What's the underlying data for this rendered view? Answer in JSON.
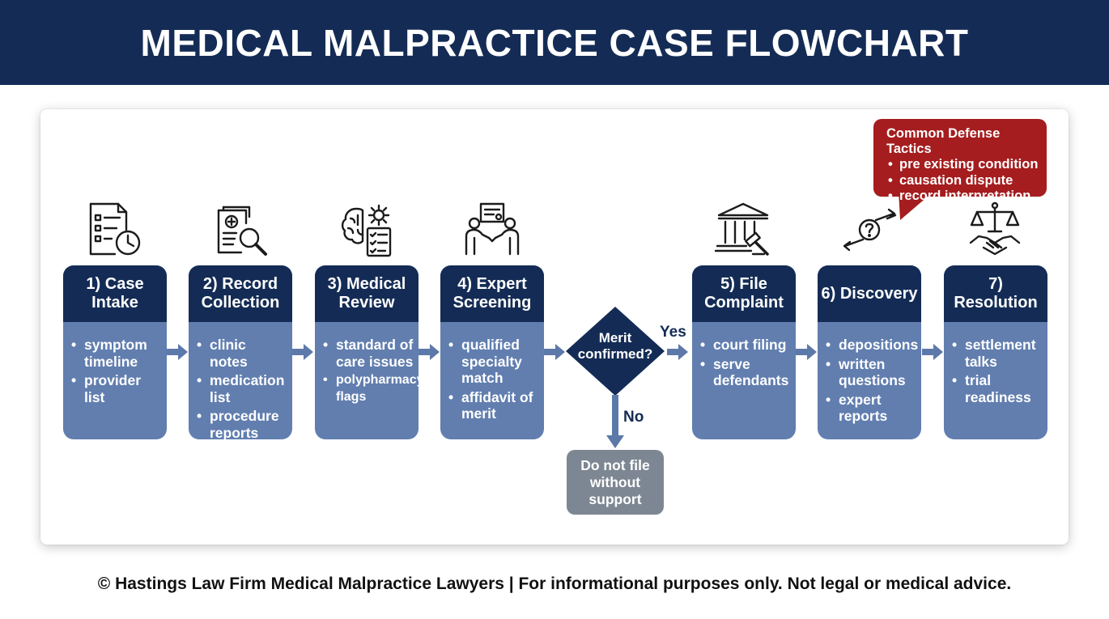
{
  "title": "MEDICAL MALPRACTICE CASE FLOWCHART",
  "steps": [
    {
      "title": "1) Case Intake",
      "items": [
        "symptom timeline",
        "provider list"
      ],
      "icon": "checklist-clock-icon"
    },
    {
      "title": "2) Record Collection",
      "items": [
        "clinic notes",
        "medication list",
        "procedure reports"
      ],
      "icon": "medical-records-magnifier-icon"
    },
    {
      "title": "3) Medical Review",
      "items": [
        "standard of care issues",
        "polypharmacy flags"
      ],
      "icon": "brain-gear-checklist-icon"
    },
    {
      "title": "4) Expert Screening",
      "items": [
        "qualified specialty match",
        "affidavit of merit"
      ],
      "icon": "experts-certificate-icon"
    },
    {
      "title": "5) File Complaint",
      "items": [
        "court filing",
        "serve defendants"
      ],
      "icon": "courthouse-gavel-icon"
    },
    {
      "title": "6) Discovery",
      "items": [
        "depositions",
        "written questions",
        "expert reports"
      ],
      "icon": "question-exchange-icon"
    },
    {
      "title": "7) Resolution",
      "items": [
        "settlement talks",
        "trial readiness"
      ],
      "icon": "scales-handshake-icon"
    }
  ],
  "decision": {
    "label": "Merit confirmed?",
    "yes": "Yes",
    "no": "No",
    "no_outcome": "Do not file without support"
  },
  "defense": {
    "title": "Common Defense Tactics",
    "items": [
      "pre existing condition",
      "causation dispute",
      "record interpretation"
    ]
  },
  "footer": "© Hastings Law Firm Medical Malpractice Lawyers | For informational purposes only. Not legal or medical advice.",
  "colors": {
    "navy": "#142c55",
    "body_blue": "#617eaf",
    "arrow": "#5d79a9",
    "defense_red": "#a51d1f",
    "no_box_gray": "#7d8793"
  }
}
